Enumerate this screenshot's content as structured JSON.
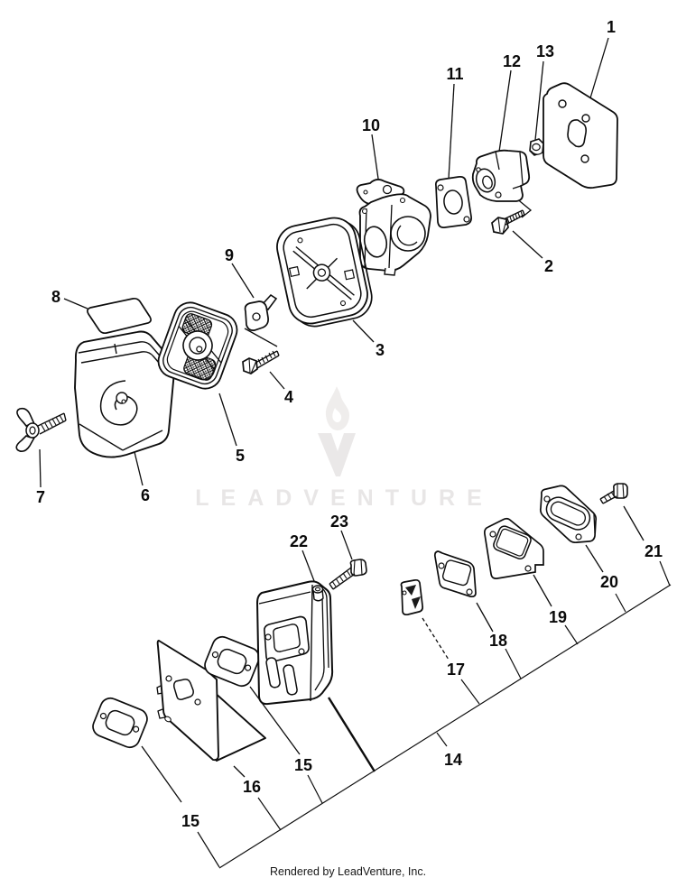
{
  "watermark": {
    "brand": "LEADVENTURE"
  },
  "footer": {
    "credit": "Rendered by LeadVenture, Inc."
  },
  "callouts": {
    "c1": "1",
    "c2": "2",
    "c3": "3",
    "c4": "4",
    "c5": "5",
    "c6": "6",
    "c7": "7",
    "c8": "8",
    "c9": "9",
    "c10": "10",
    "c11": "11",
    "c12": "12",
    "c13": "13",
    "c14": "14",
    "c15a": "15",
    "c15b": "15",
    "c16": "16",
    "c17": "17",
    "c18": "18",
    "c19": "19",
    "c20": "20",
    "c21": "21",
    "c22": "22",
    "c23": "23"
  }
}
